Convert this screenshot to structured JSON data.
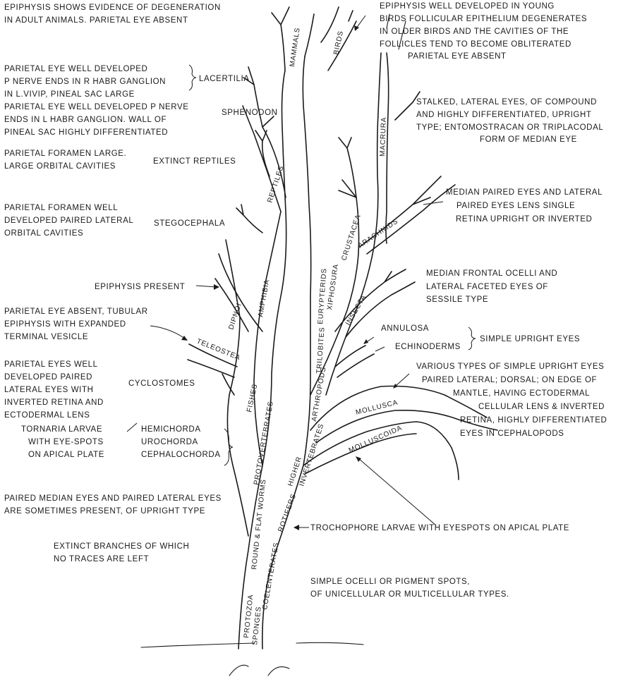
{
  "notes": {
    "epiphysis_degeneration": [
      "EPIPHYSIS SHOWS EVIDENCE OF DEGENERATION",
      "IN ADULT ANIMALS. PARIETAL EYE ABSENT"
    ],
    "birds_note": [
      "EPIPHYSIS WELL DEVELOPED IN YOUNG",
      "BIRDS FOLLICULAR EPITHELIUM DEGENERATES",
      "IN OLDER BIRDS AND THE CAVITIES OF THE",
      "FOLLICLES TEND TO BECOME OBLITERATED",
      "PARIETAL EYE ABSENT"
    ],
    "lacertilia_note": [
      "PARIETAL EYE WELL DEVELOPED",
      "P NERVE ENDS IN R HABR GANGLION",
      "IN L.VIVIP, PINEAL SAC LARGE"
    ],
    "sphenodon_note": [
      "PARIETAL EYE WELL DEVELOPED P NERVE",
      "ENDS IN L HABR GANGLION. WALL OF",
      "PINEAL SAC HIGHLY DIFFERENTIATED"
    ],
    "crustacea_note": [
      "STALKED, LATERAL EYES, OF COMPOUND",
      "AND HIGHLY DIFFERENTIATED, UPRIGHT",
      "TYPE; ENTOMOSTRACAN OR TRIPLACODAL",
      "FORM OF MEDIAN EYE"
    ],
    "extinct_reptiles_note": [
      "PARIETAL FORAMEN LARGE.",
      "LARGE ORBITAL CAVITIES"
    ],
    "arachnids_note": [
      "MEDIAN PAIRED EYES AND LATERAL",
      "PAIRED EYES LENS SINGLE",
      "RETINA UPRIGHT OR INVERTED"
    ],
    "stegocephala_note": [
      "PARIETAL FORAMEN WELL",
      "DEVELOPED PAIRED LATERAL",
      "ORBITAL CAVITIES"
    ],
    "insecta_note": [
      "MEDIAN FRONTAL OCELLI AND",
      "LATERAL FACETED EYES OF",
      "SESSILE TYPE"
    ],
    "epiphysis_present": "EPIPHYSIS PRESENT",
    "teleostea_note": [
      "PARIETAL EYE ABSENT, TUBULAR",
      "EPIPHYSIS WITH EXPANDED",
      "TERMINAL VESICLE"
    ],
    "simple_upright": "SIMPLE UPRIGHT EYES",
    "mollusca_note": [
      "VARIOUS TYPES OF SIMPLE UPRIGHT EYES",
      "PAIRED LATERAL; DORSAL; ON EDGE OF",
      "MANTLE, HAVING ECTODERMAL",
      "CELLULAR LENS & INVERTED",
      "RETINA, HIGHLY DIFFERENTIATED",
      "EYES IN CEPHALOPODS"
    ],
    "cyclostomes_note": [
      "PARIETAL EYES WELL",
      "DEVELOPED PAIRED",
      "LATERAL EYES WITH",
      "INVERTED RETINA AND",
      "ECTODERMAL LENS"
    ],
    "tornaria_note": [
      "TORNARIA LARVAE",
      "WITH EYE-SPOTS",
      "ON APICAL PLATE"
    ],
    "paired_median_note": [
      "PAIRED MEDIAN EYES AND PAIRED LATERAL EYES",
      "ARE SOMETIMES PRESENT, OF UPRIGHT TYPE"
    ],
    "trochophore_note": "TROCHOPHORE LARVAE WITH EYESPOTS ON APICAL PLATE",
    "extinct_branches_note": [
      "EXTINCT BRANCHES OF WHICH",
      "NO TRACES ARE LEFT"
    ],
    "simple_ocelli_note": [
      "SIMPLE OCELLI OR PIGMENT SPOTS,",
      "OF UNICELLULAR OR MULTICELLULAR TYPES."
    ]
  },
  "group_labels": {
    "lacertilia": "LACERTILIA",
    "sphenodon": "SPHENODON",
    "extinct_reptiles": "EXTINCT REPTILES",
    "stegocephala": "STEGOCEPHALA",
    "annulosa": "ANNULOSA",
    "echinoderms": "ECHINODERMS",
    "cyclostomes": "CYCLOSTOMES",
    "hemichorda": "HEMICHORDA",
    "urochorda": "UROCHORDA",
    "cephalochorda": "CEPHALOCHORDA"
  },
  "branch_labels": {
    "mammals": "MAMMALS",
    "birds": "BIRDS",
    "reptiles": "REPTILES",
    "amphibia": "AMPHIBIA",
    "dipnoi": "DIPNOI",
    "teleostea": "TELEOSTEA",
    "fishes": "FISHES",
    "protovertebrates": "PROTOVERTEBRATES",
    "worms": "ROUND & FLAT WORMS",
    "protozoa": "PROTOZOA",
    "sponges": "SPONGES",
    "coelenterates": "COELENTERATES",
    "rotifers": "ROTIFERS",
    "higher": "HIGHER",
    "invertebrates": "INVERTEBRATES",
    "arthropods": "ARTHROPODS",
    "trilobites": "TRILOBITES",
    "eurypterids": "EURYPTERIDS",
    "xiphosura": "XIPHOSURA",
    "crustacea": "CRUSTACEA",
    "insecta": "INSECTA",
    "arachnids": "ARACHNIDS",
    "macrura": "MACRURA",
    "mollusca": "MOLLUSCA",
    "molluscoida": "MOLLUSCOIDA"
  }
}
